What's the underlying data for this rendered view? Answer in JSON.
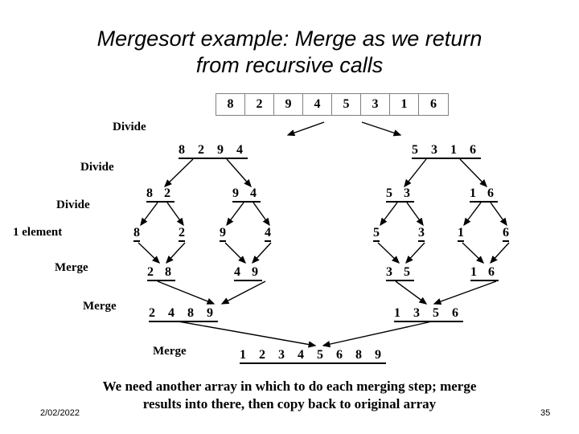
{
  "slide": {
    "title_line1": "Mergesort example: Merge as we return",
    "title_line2": "from recursive calls",
    "footnote_line1": "We need another array in which to do each merging step; merge",
    "footnote_line2": "results into there, then copy back to original array",
    "date": "2/02/2022",
    "page_number": "35",
    "background_color": "#ffffff",
    "text_color": "#000000",
    "cell_border_color": "#808080"
  },
  "array": {
    "values": [
      "8",
      "2",
      "9",
      "4",
      "5",
      "3",
      "1",
      "6"
    ]
  },
  "labels": [
    {
      "id": "divide-1",
      "text": "Divide"
    },
    {
      "id": "divide-2",
      "text": "Divide"
    },
    {
      "id": "divide-3",
      "text": "Divide"
    },
    {
      "id": "one-element",
      "text": "1 element"
    },
    {
      "id": "merge-1",
      "text": "Merge"
    },
    {
      "id": "merge-2",
      "text": "Merge"
    },
    {
      "id": "merge-3",
      "text": "Merge"
    }
  ],
  "levels": {
    "divide_halves": [
      "8  2  9  4",
      "5  3  1  6"
    ],
    "divide_quarters": [
      "8  2",
      "9  4",
      "5  3",
      "1  6"
    ],
    "singles": [
      "8",
      "2",
      "9",
      "4",
      "5",
      "3",
      "1",
      "6"
    ],
    "merge_pairs": [
      "2  8",
      "4  9",
      "3  5",
      "1  6"
    ],
    "merge_quads": [
      "2  4  8  9",
      "1  3  5  6"
    ],
    "merge_final": "1  2  3  4  5  6  8  9"
  },
  "chart_data": {
    "type": "diagram",
    "title": "Mergesort example: Merge as we return from recursive calls",
    "algorithm": "mergesort",
    "input": [
      8,
      2,
      9,
      4,
      5,
      3,
      1,
      6
    ],
    "output": [
      1,
      2,
      3,
      4,
      5,
      6,
      8,
      9
    ],
    "phases": [
      "Divide",
      "Divide",
      "Divide",
      "1 element",
      "Merge",
      "Merge",
      "Merge"
    ],
    "tree_levels": [
      {
        "phase": "Divide",
        "groups": [
          [
            8,
            2,
            9,
            4
          ],
          [
            5,
            3,
            1,
            6
          ]
        ]
      },
      {
        "phase": "Divide",
        "groups": [
          [
            8,
            2
          ],
          [
            9,
            4
          ],
          [
            5,
            3
          ],
          [
            1,
            6
          ]
        ]
      },
      {
        "phase": "1 element",
        "groups": [
          [
            8
          ],
          [
            2
          ],
          [
            9
          ],
          [
            4
          ],
          [
            5
          ],
          [
            3
          ],
          [
            1
          ],
          [
            6
          ]
        ]
      },
      {
        "phase": "Merge",
        "groups": [
          [
            2,
            8
          ],
          [
            4,
            9
          ],
          [
            3,
            5
          ],
          [
            1,
            6
          ]
        ]
      },
      {
        "phase": "Merge",
        "groups": [
          [
            2,
            4,
            8,
            9
          ],
          [
            1,
            3,
            5,
            6
          ]
        ]
      },
      {
        "phase": "Merge",
        "groups": [
          [
            1,
            2,
            3,
            4,
            5,
            6,
            8,
            9
          ]
        ]
      }
    ]
  }
}
